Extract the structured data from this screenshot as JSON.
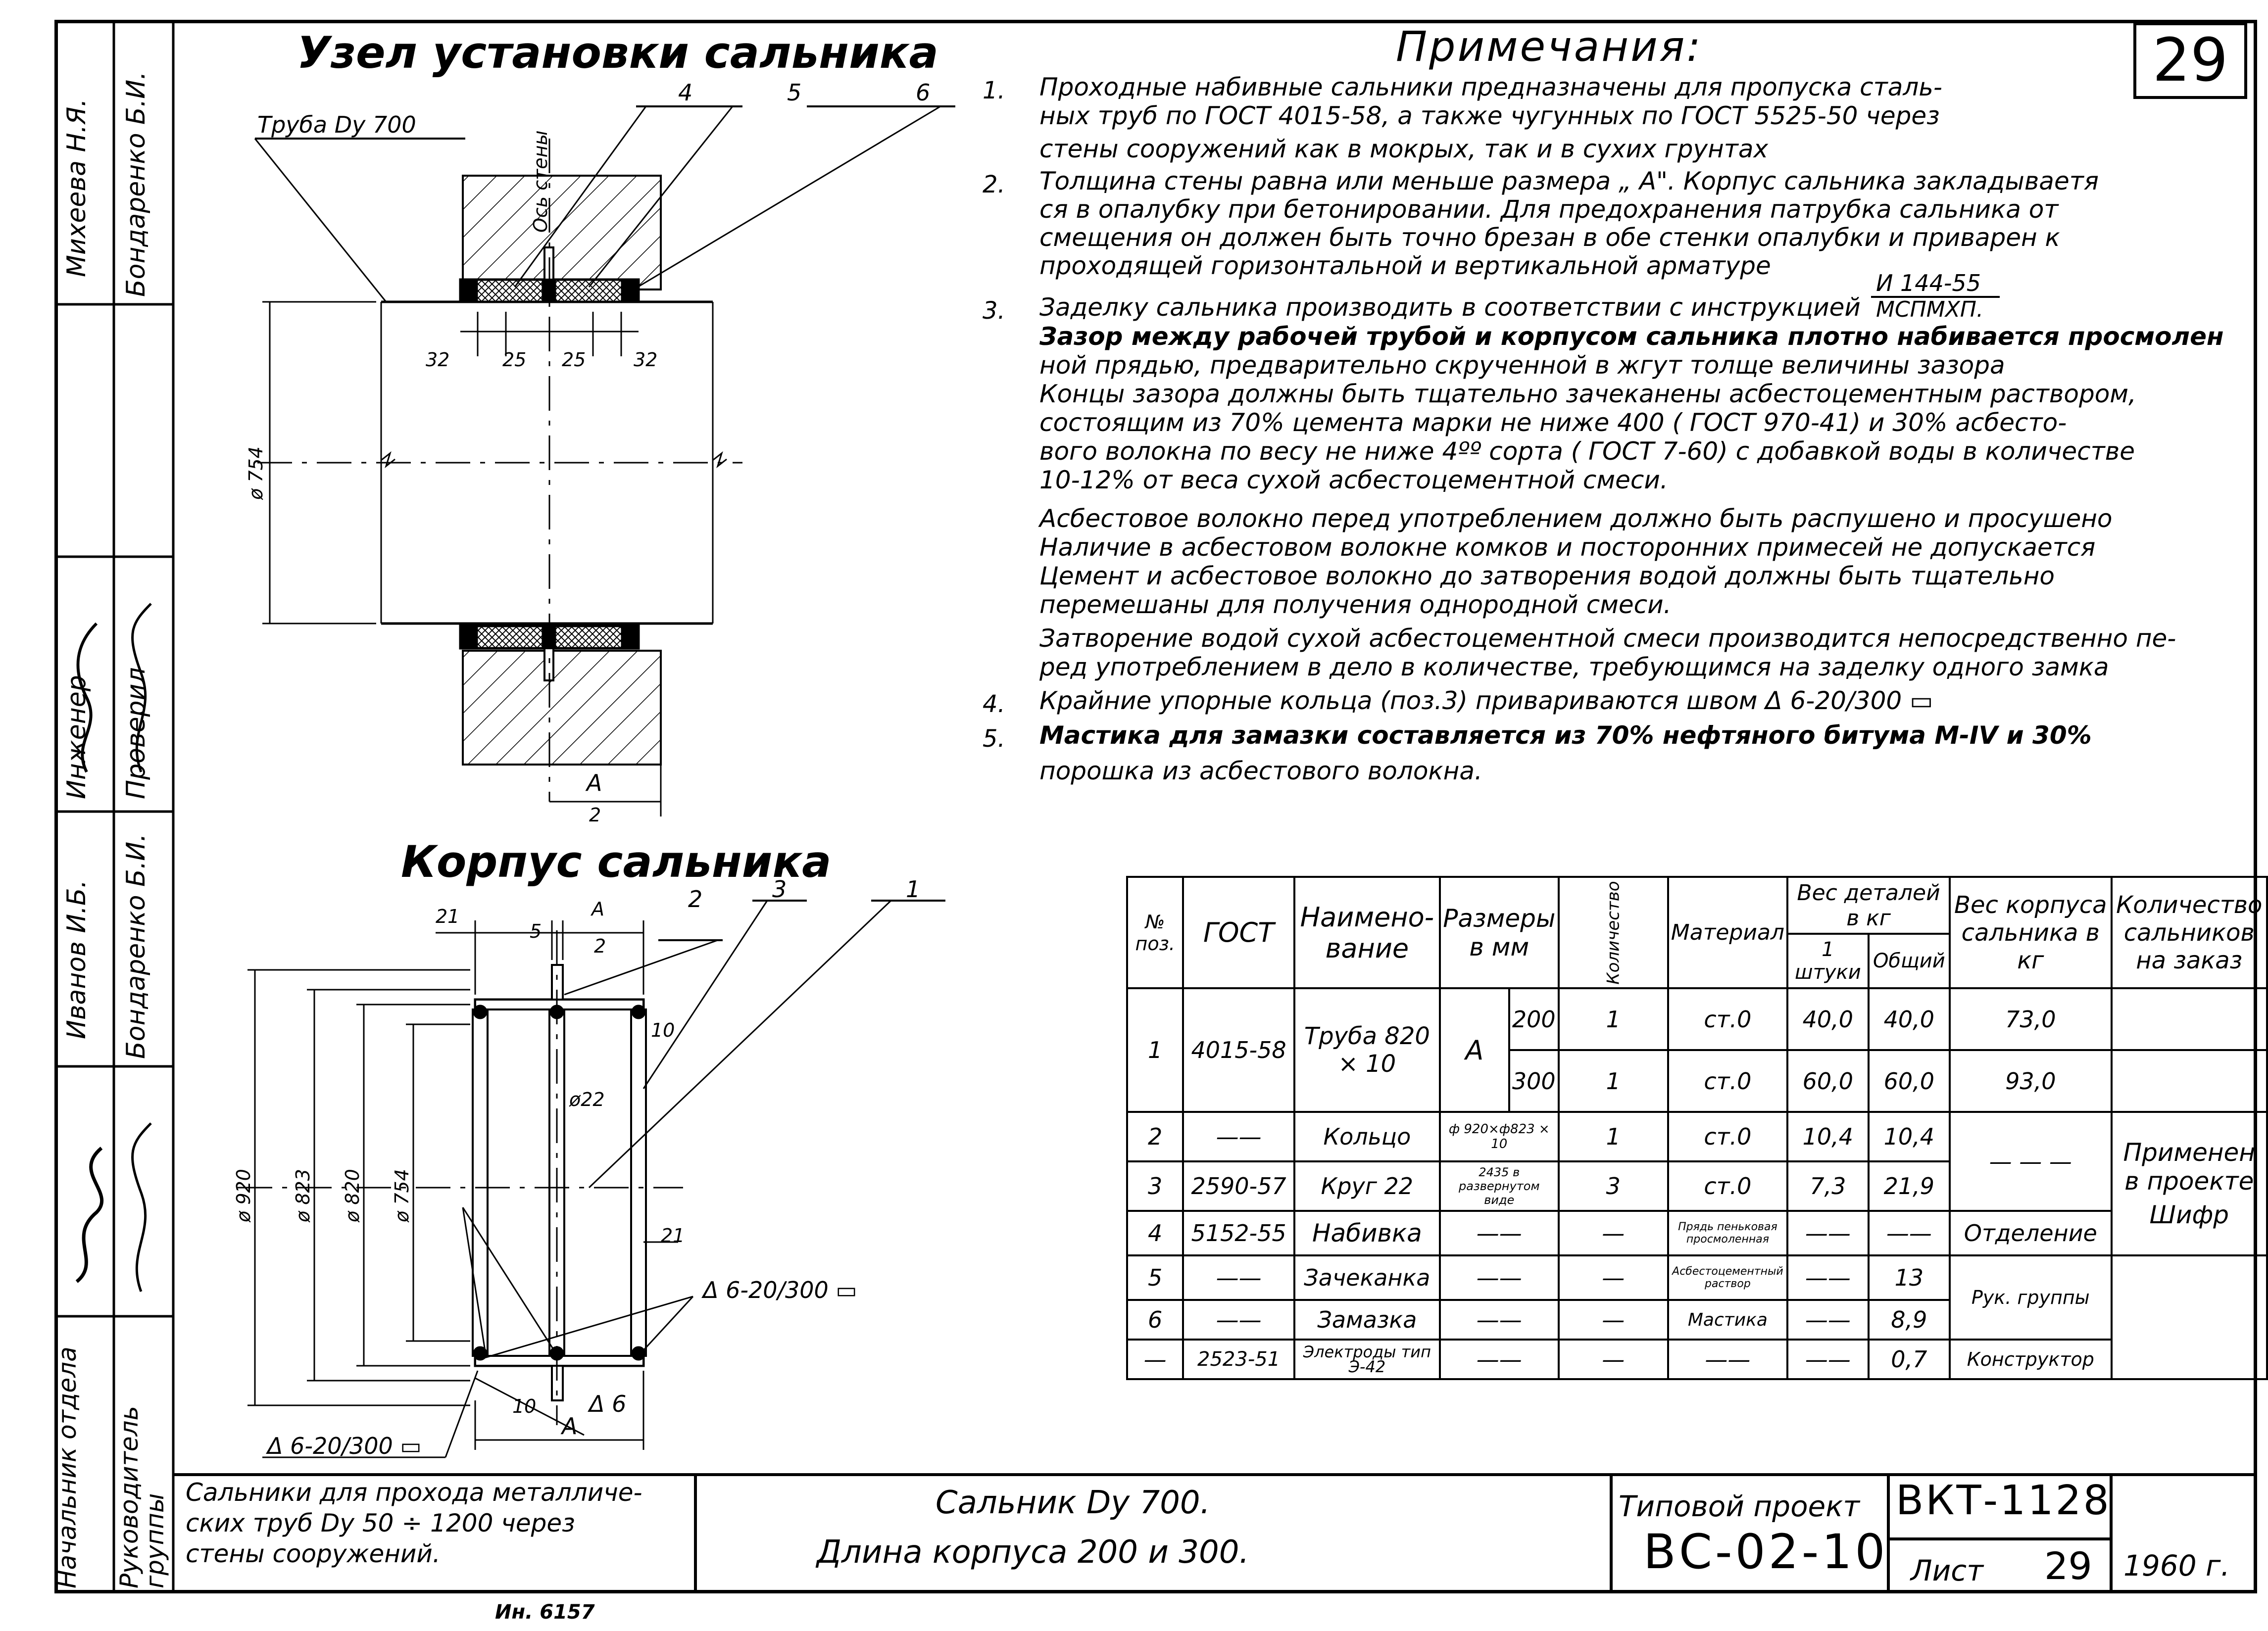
{
  "sheet_number": "29",
  "left_margin": {
    "rows": [
      {
        "role": "Начальник отдела",
        "name": "Михеева Н.Я."
      },
      {
        "role": "Руководитель группы",
        "name": "Бондаренко Б.И."
      },
      {
        "role": "Инженер",
        "name": "Иванов И.Б."
      },
      {
        "role": "Проверил",
        "name": "Бондаренко Б.И."
      }
    ],
    "labels": {
      "name1": "Михеева Н.Я.",
      "name2": "Бондаренко Б.И.",
      "engineer": "Инженер",
      "checked": "Проверил",
      "name3": "Иванов И.Б.",
      "name4": "Бондаренко Б.И.",
      "head": "Начальник отдела",
      "group_leader": "Руководитель группы"
    }
  },
  "node_drawing": {
    "title": "Узел установки сальника",
    "pipe_label": "Труба Dy 700",
    "axis_label": "Ось стены",
    "callouts": [
      "4",
      "5",
      "6"
    ],
    "dims": [
      "32",
      "25",
      "25",
      "32"
    ],
    "diameter": "ø 754",
    "half_a_num": "A",
    "half_a_den": "2"
  },
  "body_drawing": {
    "title": "Корпус сальника",
    "callouts": [
      "2",
      "3",
      "1"
    ],
    "dims_top": [
      "21",
      "5",
      "A",
      "2"
    ],
    "d_920": "ø 920",
    "d_823": "ø 823",
    "d_820": "ø 820",
    "d_754": "ø 754",
    "d_22": "ø22",
    "dim_10_top": "10",
    "dim_21": "21",
    "dim_10_bottom": "10",
    "dim_a_bottom": "A",
    "weld_right": "Δ 6-20/300 ▭",
    "weld_left": "Δ 6-20/300 ▭",
    "weld_small": "Δ 6"
  },
  "notes": {
    "title": "Примечания:",
    "items": [
      {
        "num": "1.",
        "lines": [
          "Проходные набивные сальники предназначены для пропуска сталь-",
          "ных труб по ГОСТ 4015-58, а также чугунных по ГОСТ 5525-50 через",
          "стены сооружений как в мокрых, так и в сухих грунтах"
        ]
      },
      {
        "num": "2.",
        "lines": [
          "Толщина стены равна или меньше размера „ А\". Корпус сальника закладываетя",
          "ся в опалубку при бетонировании. Для предохранения патрубка сальника от",
          "смещения он должен быть точно брезан в обе стенки опалубки и приварен к",
          "проходящей горизонтальной и вертикальной арматуре"
        ]
      },
      {
        "num": "3.",
        "lines": [
          "Заделку сальника производить в соответствии с инструкцией",
          "Зазор между рабочей трубой и корпусом сальника плотно набивается просмолен",
          "ной прядью, предварительно скрученной в жгут толще величины зазора",
          "Концы зазора должны быть тщательно зачеканены асбестоцементным раствором,",
          "состоящим из 70% цемента марки не ниже 400 ( ГОСТ 970-41) и 30% асбесто-",
          "вого волокна по весу не ниже 4ºº сорта ( ГОСТ 7-60) с добавкой воды в количестве",
          "10-12% от веса сухой асбестоцементной смеси.",
          "Асбестовое волокно перед употреблением должно быть распушено и просушено",
          "Наличие в асбестовом волокне комков и посторонних примесей не допускается",
          "Цемент и асбестовое волокно до затворения водой должны быть тщательно",
          "перемешаны для получения однородной смеси.",
          "Затворение водой сухой асбестоцементной смеси производится непосредственно пе-",
          "ред употреблением в дело в количестве, требующимся на заделку одного замка"
        ]
      },
      {
        "num": "4.",
        "lines": [
          "Крайние упорные кольца (поз.3) привариваются швом Δ 6-20/300 ▭"
        ]
      },
      {
        "num": "5.",
        "lines": [
          "Мастика для замазки составляется из 70% нефтяного битума М-IV и 30%",
          "порошка из асбестового волокна."
        ]
      }
    ],
    "instruction_ref_top": "И 144-55",
    "instruction_ref_bottom": "МСПМХП."
  },
  "spec_table": {
    "headers": {
      "pos": "№ поз.",
      "gost": "ГОСТ",
      "name": "Наимено- вание",
      "size": "Размеры в мм",
      "qty": "Количество",
      "material": "Материал",
      "weight": "Вес деталей в кг",
      "weight_one": "1 штуки",
      "weight_total": "Общий",
      "body_weight": "Вес корпуса сальника в кг",
      "count": "Количество сальников на заказ"
    },
    "rows": [
      {
        "pos": "1",
        "gost": "4015-58",
        "name": "Труба 820 × 10",
        "size_a": "A",
        "size": "200",
        "qty": "1",
        "material": "ст.0",
        "w1": "40,0",
        "wt": "40,0",
        "body": "73,0"
      },
      {
        "pos": "",
        "gost": "",
        "name": "",
        "size_a": "",
        "size": "300",
        "qty": "1",
        "material": "ст.0",
        "w1": "60,0",
        "wt": "60,0",
        "body": "93,0"
      },
      {
        "pos": "2",
        "gost": "——",
        "name": "Кольцо",
        "size": "ф 920×ф823 × 10",
        "qty": "1",
        "material": "ст.0",
        "w1": "10,4",
        "wt": "10,4"
      },
      {
        "pos": "3",
        "gost": "2590-57",
        "name": "Круг 22",
        "size": "2435 в развернутом виде",
        "qty": "3",
        "material": "ст.0",
        "w1": "7,3",
        "wt": "21,9"
      },
      {
        "pos": "4",
        "gost": "5152-55",
        "name": "Набивка",
        "size": "——",
        "qty": "—",
        "material": "Прядь пеньковая просмоленная",
        "w1": "——",
        "wt": "——"
      },
      {
        "pos": "5",
        "gost": "——",
        "name": "Зачеканка",
        "size": "——",
        "qty": "—",
        "material": "Асбестоцементный раствор",
        "w1": "——",
        "wt": "13"
      },
      {
        "pos": "6",
        "gost": "——",
        "name": "Замазка",
        "size": "——",
        "qty": "—",
        "material": "Мастика",
        "w1": "——",
        "wt": "8,9"
      },
      {
        "pos": "—",
        "gost": "2523-51",
        "name": "Электроды тип Э-42",
        "size": "——",
        "qty": "—",
        "material": "——",
        "w1": "——",
        "wt": "0,7"
      }
    ],
    "applied_in": "Применен в проекте",
    "dept": "Отделение",
    "cipher": "Шифр",
    "group_head": "Рук. группы",
    "designer": "Конструктор",
    "dash": "— — —"
  },
  "title_block": {
    "series": "Сальники для прохода металлических труб Dy 50 ÷ 1200 через стены сооружений.",
    "series_lines": [
      "Сальники для прохода металличе-",
      "ских труб Dy 50 ÷ 1200 через",
      "стены сооружений."
    ],
    "drawing_title_1": "Сальник Dy 700.",
    "drawing_title_2": "Длина корпуса 200 и 300.",
    "typical_project_label": "Типовой проект",
    "typical_project_code": "ВС-02-10",
    "doc_code": "ВКТ-1128",
    "sheet_label": "Лист",
    "sheet_no": "29",
    "year": "1960 г."
  },
  "inventory": "Ин. 6157"
}
